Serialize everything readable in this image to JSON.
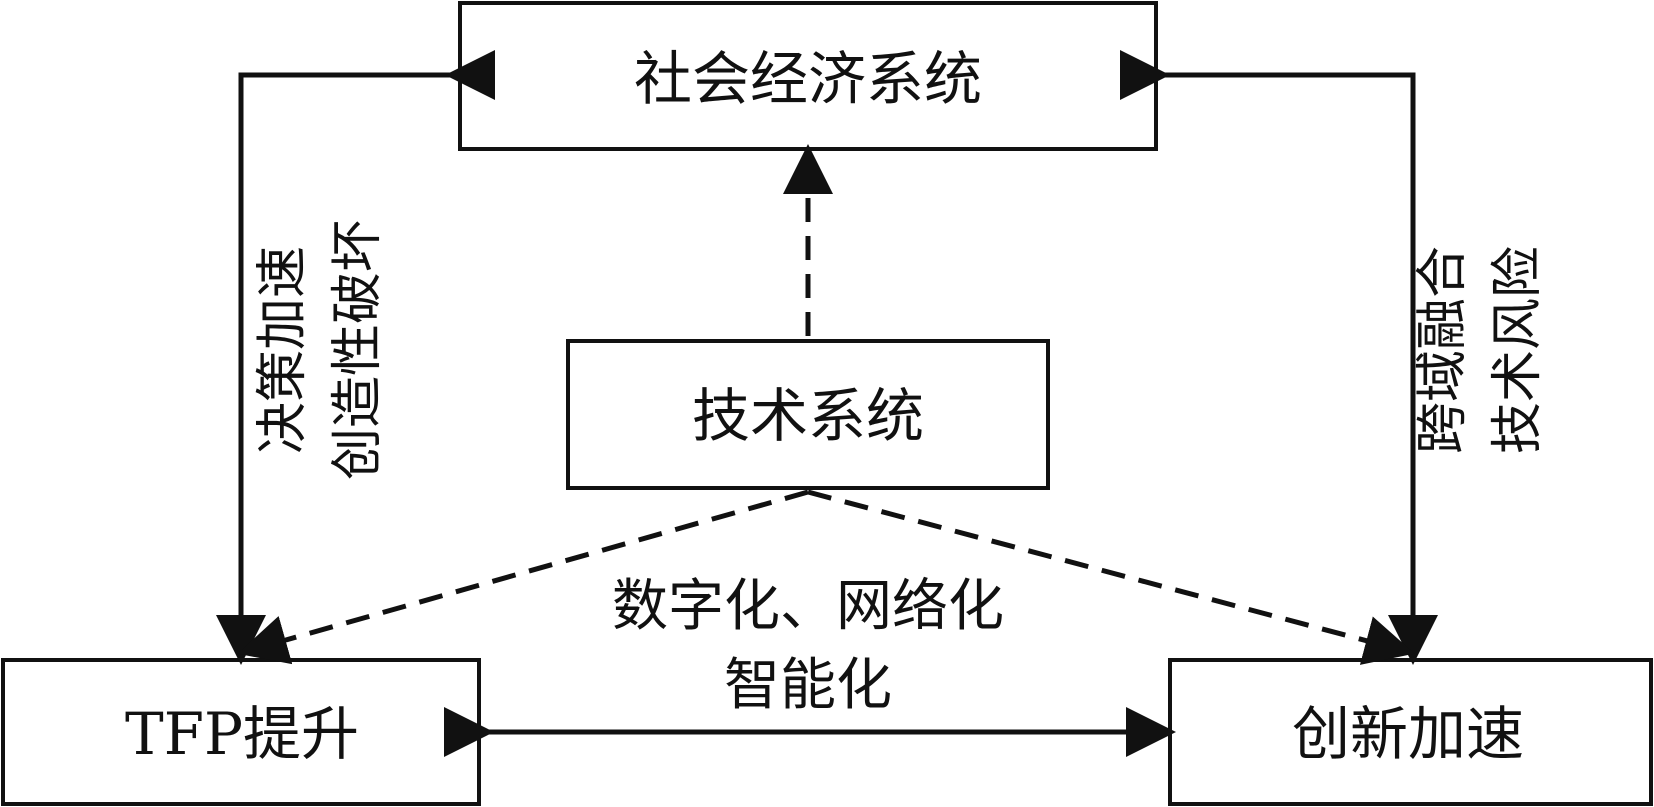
{
  "nodes": {
    "socio_economic_system": "社会经济系统",
    "technology_system": "技术系统",
    "tfp_improvement": "TFP提升",
    "innovation_acceleration": "创新加速"
  },
  "labels": {
    "left_line1": "决策加速",
    "left_line2": "创造性破坏",
    "right_line1": "跨域融合",
    "right_line2": "技术风险",
    "center_line1": "数字化、网络化",
    "center_line2": "智能化"
  },
  "colors": {
    "stroke": "#111111",
    "background": "#ffffff"
  }
}
